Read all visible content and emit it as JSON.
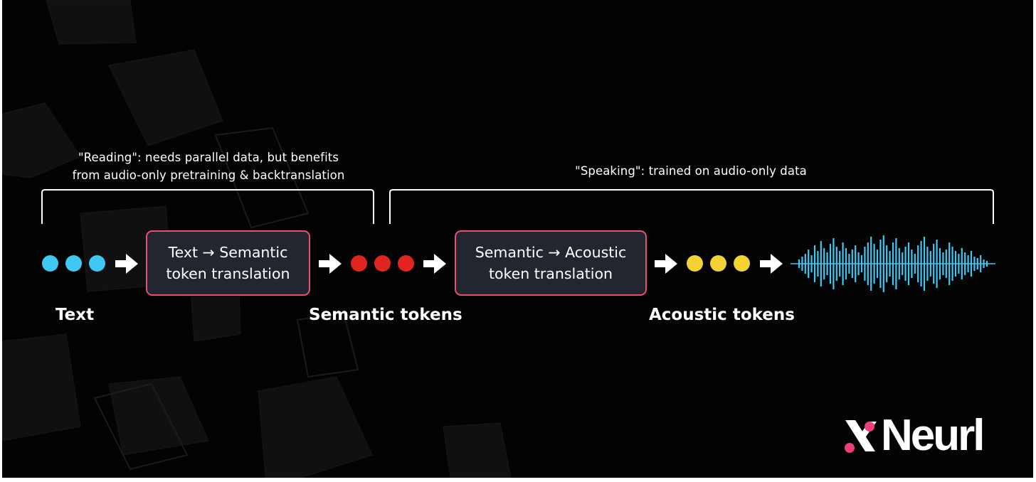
{
  "captions": {
    "reading": "\"Reading\": needs parallel data, but benefits\nfrom audio-only pretraining & backtranslation",
    "speaking": "\"Speaking\": trained on audio-only data"
  },
  "boxes": {
    "text_to_semantic": "Text → Semantic\ntoken translation",
    "semantic_to_acoustic": "Semantic → Acoustic\ntoken translation"
  },
  "labels": {
    "text": "Text",
    "semantic": "Semantic tokens",
    "acoustic": "Acoustic tokens"
  },
  "tokens": {
    "text_color": "#3fc8f4",
    "semantic_color": "#e02420",
    "acoustic_color": "#f2d234"
  },
  "colors": {
    "box_border": "#ea4f7a",
    "waveform": "#3fc8f4",
    "logo_accent": "#ec3f78"
  },
  "logo": {
    "text": "Neurl",
    "icon": "neurl-x-icon"
  }
}
